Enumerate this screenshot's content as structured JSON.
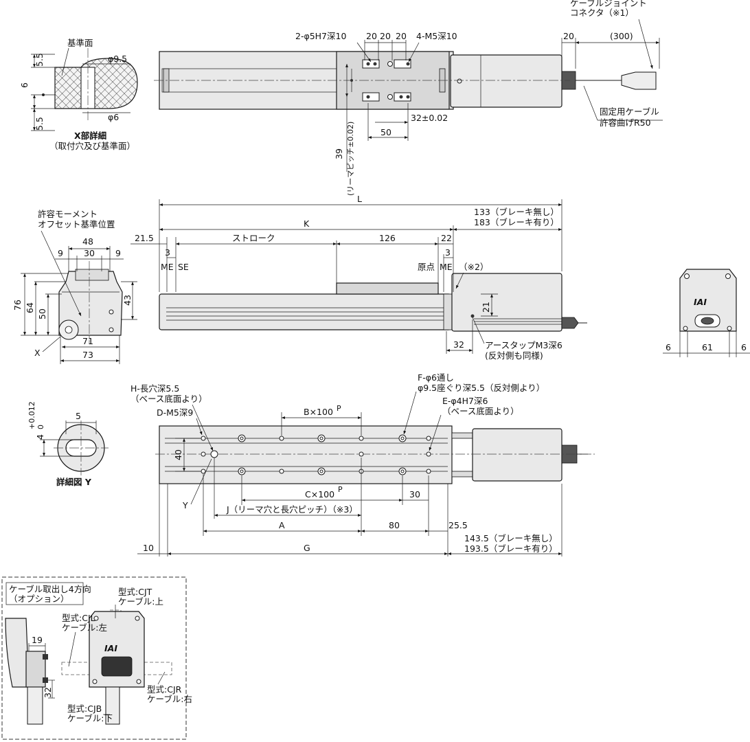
{
  "top_view": {
    "connector_label_1": "ケーブルジョイント",
    "connector_label_2": "コネクタ（※1）",
    "dim_20": "20",
    "dim_300": "(300)",
    "reamer_holes": "2-φ5H7深10",
    "tap_holes": "4-M5深10",
    "pitch_20a": "20",
    "pitch_20b": "20",
    "pitch_20c": "20",
    "dim_32": "32±0.02",
    "dim_50": "50",
    "dim_39": "39",
    "dim_39_note": "(リーマピッチ±0.02)",
    "cable_label_1": "固定用ケーブル",
    "cable_label_2": "許容曲げR50"
  },
  "detail_x": {
    "ref_surface": "基準面",
    "d95": "φ9.5",
    "d6": "φ6",
    "h55a": "5.5",
    "h6": "6",
    "h55b": "5.5",
    "title": "X部詳細",
    "subtitle": "（取付穴及び基準面）"
  },
  "side_view": {
    "L": "L",
    "K": "K",
    "no_brake_133": "133（ブレーキ無し）",
    "brake_183": "183（ブレーキ有り）",
    "d215": "21.5",
    "stroke": "ストローク",
    "d126": "126",
    "d22": "22",
    "d3a": "3",
    "d3b": "3",
    "me_left": "ME",
    "se": "SE",
    "origin": "原点",
    "me_right": "ME",
    "note2": "（※2）",
    "d21": "21",
    "d32": "32",
    "earth_1": "アースタップM3深6",
    "earth_2": "(反対側も同様)"
  },
  "end_view": {
    "moment_1": "許容モーメント",
    "moment_2": "オフセット基準位置",
    "d48": "48",
    "d9a": "9",
    "d30": "30",
    "d9b": "9",
    "d76": "76",
    "d64": "64",
    "d50": "50",
    "d43": "43",
    "d71": "71",
    "d73": "73",
    "x": "X"
  },
  "motor_end": {
    "logo": "IAI",
    "d6a": "6",
    "d61": "61",
    "d6b": "6"
  },
  "bottom_view": {
    "h_hole_1": "H-長穴深5.5",
    "h_hole_2": "（ベース底面より）",
    "d_tap": "D-M5深9",
    "b_pitch": "B×100",
    "b_sup": "P",
    "f_hole_1": "F-φ6通し",
    "f_hole_2": "φ9.5座ぐり深5.5（反対側より）",
    "e_hole_1": "E-φ4H7深6",
    "e_hole_2": "（ベース底面より）",
    "d40": "40",
    "c_pitch": "C×100",
    "c_sup": "P",
    "d30": "30",
    "y": "Y",
    "j_pitch": "J（リーマ穴と長穴ピッチ）（※3）",
    "A": "A",
    "d80": "80",
    "d255": "25.5",
    "d10": "10",
    "G": "G",
    "no_brake_1435": "143.5（ブレーキ無し）",
    "brake_1935": "193.5（ブレーキ有り）"
  },
  "detail_y": {
    "tol_plus": "+0.012",
    "tol_zero": "0",
    "d4": "4",
    "d5": "5",
    "title": "詳細図 Y"
  },
  "cable_options": {
    "title_1": "ケーブル取出し4方向",
    "title_2": "（オプション）",
    "cjt_1": "型式:CJT",
    "cjt_2": "ケーブル:上",
    "cjl_1": "型式:CJL",
    "cjl_2": "ケーブル:左",
    "cjr_1": "型式:CJR",
    "cjr_2": "ケーブル:右",
    "cjb_1": "型式:CJB",
    "cjb_2": "ケーブル:下",
    "d19": "19",
    "d32": "32",
    "logo": "IAI"
  },
  "colors": {
    "body": "#e9e9e9",
    "line": "#1a1a1a"
  }
}
